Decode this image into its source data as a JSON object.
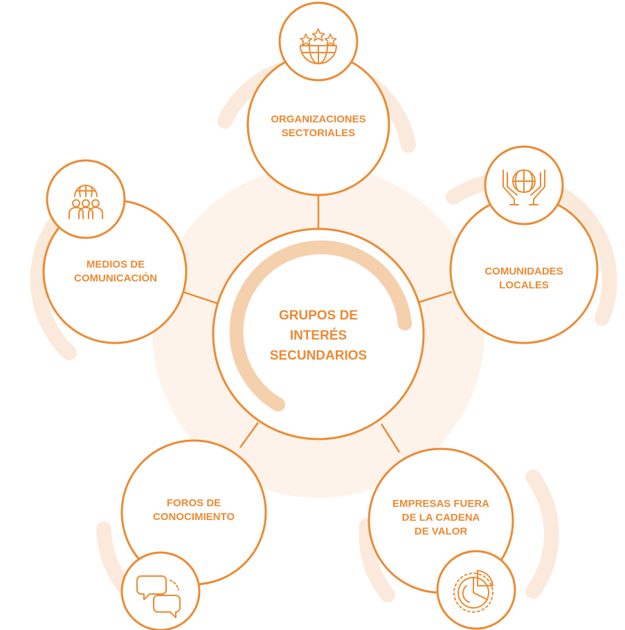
{
  "colors": {
    "accent": "#ec8a32",
    "light_ring": "#fbeadb",
    "mid_ring": "#f5d0ad",
    "background_disc": "#fdf3ea"
  },
  "center": {
    "label": "GRUPOS DE\nINTERÉS\nSECUNDARIOS"
  },
  "nodes": [
    {
      "id": "organizaciones",
      "label": "ORGANIZACIONES\nSECTORIALES",
      "icon": "globe-stars-icon"
    },
    {
      "id": "comunidades",
      "label": "COMUNIDADES\nLOCALES",
      "icon": "hands-globe-icon"
    },
    {
      "id": "empresas",
      "label": "EMPRESAS FUERA\nDE LA CADENA\nDE VALOR",
      "icon": "pie-chart-icon"
    },
    {
      "id": "foros",
      "label": "FOROS DE\nCONOCIMIENTO",
      "icon": "chat-bubbles-icon"
    },
    {
      "id": "medios",
      "label": "MEDIOS DE\nCOMUNICACIÓN",
      "icon": "globe-people-icon"
    }
  ]
}
